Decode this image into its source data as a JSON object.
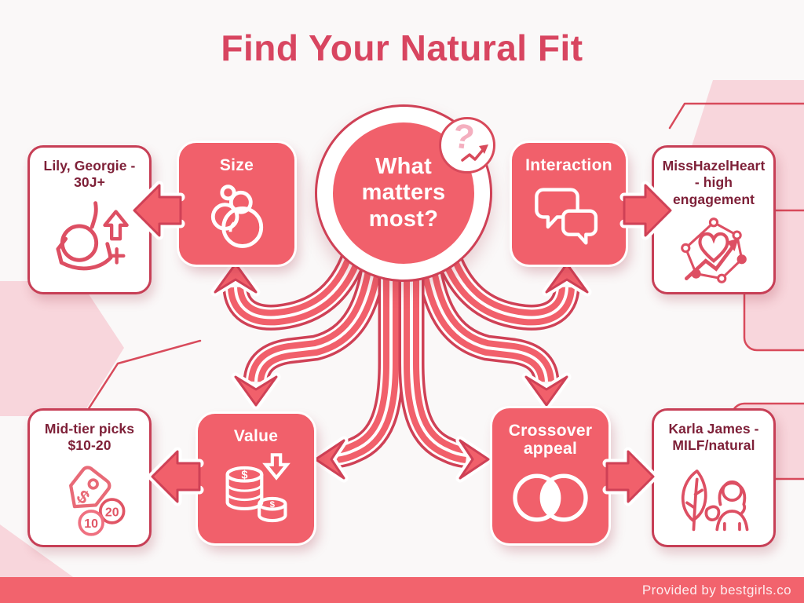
{
  "title": "Find Your Natural Fit",
  "center": {
    "question": "What matters most?",
    "badge_glyph": "?",
    "badge_icon": "question-trend-icon"
  },
  "factors": [
    {
      "label": "Size",
      "icon": "bubbles-icon"
    },
    {
      "label": "Interaction",
      "icon": "chat-bubbles-icon"
    },
    {
      "label": "Value",
      "icon": "coin-stacks-icon",
      "coin_symbol": "$"
    },
    {
      "label": "Crossover appeal",
      "icon": "venn-overlap-icon"
    }
  ],
  "recommendations": [
    {
      "label": "Lily, Georgie - 30J+",
      "icon": "bra-size-up-icon"
    },
    {
      "label": "MissHazelHeart - high engagement",
      "icon": "heart-network-growth-icon"
    },
    {
      "label": "Mid-tier picks $10-20",
      "icon": "price-tag-coins-icon",
      "tag_symbol": "$",
      "coins": [
        "10",
        "20"
      ]
    },
    {
      "label": "Karla James - MILF/natural",
      "icon": "leaf-woman-icon"
    }
  ],
  "footer": {
    "credit": "Provided by bestgirls.co"
  },
  "colors": {
    "accent_fill": "#f1606b",
    "accent_outline": "#cf4156",
    "title_text": "#d84560",
    "dark_text": "#7e2038",
    "background": "#faf8f8",
    "decor_pink": "#f8d6dc",
    "footer_bar": "#f2636d"
  }
}
